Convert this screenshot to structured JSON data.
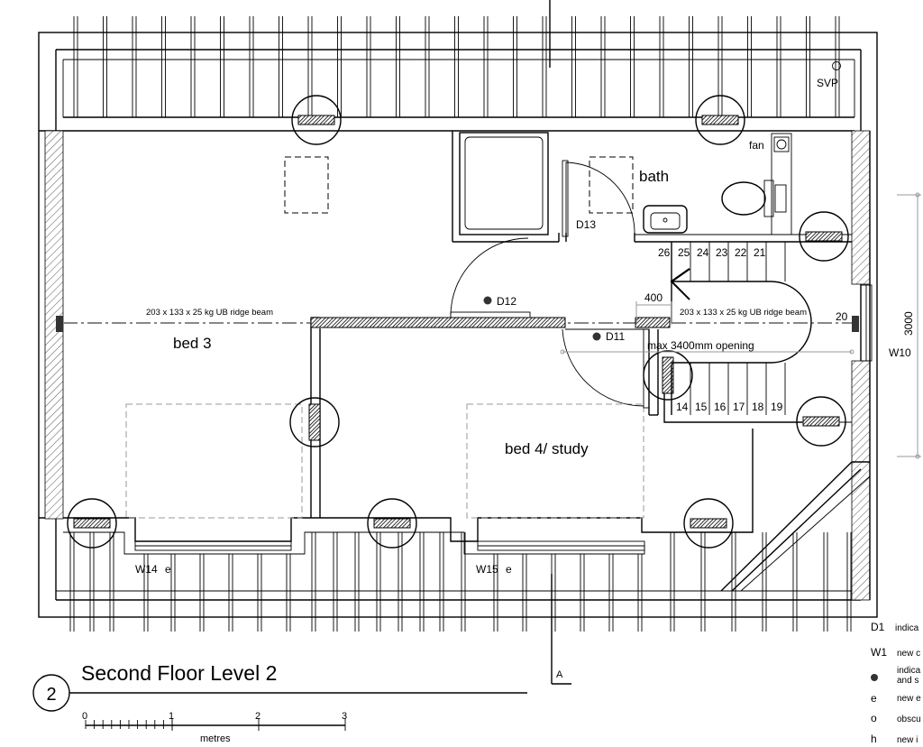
{
  "drawing": {
    "number": "2",
    "title": "Second Floor Level 2"
  },
  "rooms": {
    "bed3": "bed 3",
    "bed4": "bed 4/ study",
    "bath": "bath"
  },
  "beams": {
    "left": "203 x 133 x 25 kg UB ridge beam",
    "right": "203 x 133 x 25 kg UB ridge beam"
  },
  "fixtures": {
    "svp": "SVP",
    "fan": "fan"
  },
  "doors": {
    "d11": "D11",
    "d12": "D12",
    "d13": "D13"
  },
  "windows": {
    "w10": "W10",
    "w14": "W14",
    "w15": "W15",
    "w14_suffix": "e",
    "w15_suffix": "e"
  },
  "stairs": {
    "top_treads": [
      "26",
      "25",
      "24",
      "23",
      "22",
      "21"
    ],
    "bottom_treads": [
      "14",
      "15",
      "16",
      "17",
      "18",
      "19"
    ],
    "landing": "20"
  },
  "dimensions": {
    "opening_400": "400",
    "max_opening": "max 3400mm opening",
    "height_3000": "3000"
  },
  "section": {
    "marker": "A"
  },
  "scale": {
    "ticks": [
      "0",
      "1",
      "2",
      "3"
    ],
    "unit": "metres"
  },
  "legend": [
    {
      "code": "D1",
      "text": "indica"
    },
    {
      "code": "W1",
      "text": "new c"
    },
    {
      "code": "",
      "text": "indica"
    },
    {
      "code": "",
      "text": "and s"
    },
    {
      "code": "e",
      "text": "new e"
    },
    {
      "code": "o",
      "text": "obscu"
    },
    {
      "code": "h",
      "text": "new i"
    }
  ]
}
